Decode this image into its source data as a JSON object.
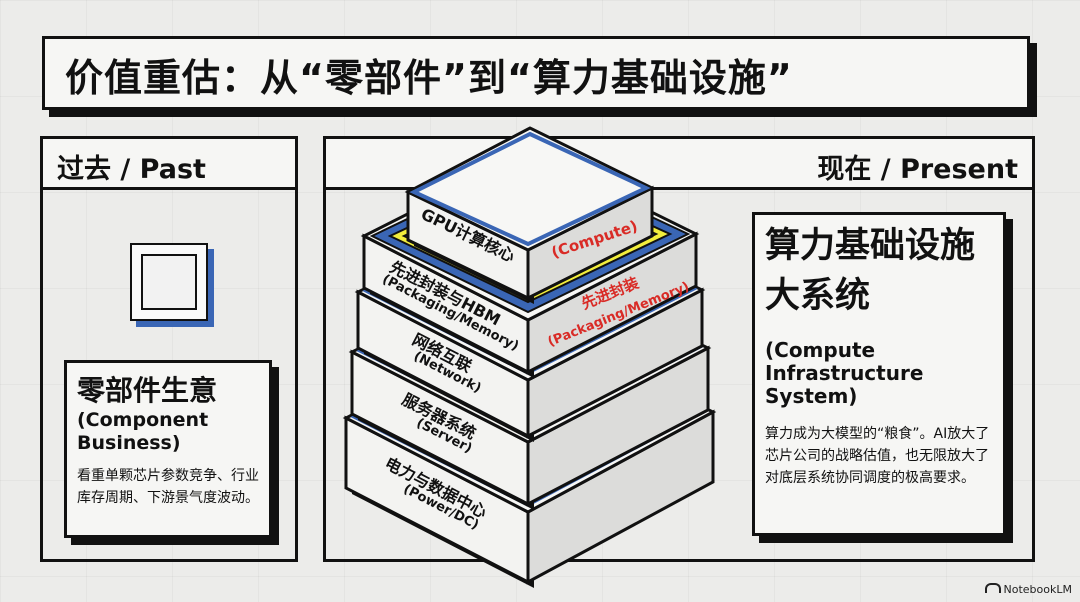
{
  "title": "价值重估：从“零部件”到“算力基础设施”",
  "past": {
    "header": "过去 / Past",
    "card": {
      "zh": "零部件生意",
      "en": "(Component Business)",
      "desc": "看重单颗芯片参数竞争、行业库存周期、下游景气度波动。"
    }
  },
  "present": {
    "header": "现在 / Present",
    "card": {
      "zh": "算力基础设施大系统",
      "en": "(Compute Infrastructure System)",
      "desc": "算力成为大模型的“粮食”。AI放大了芯片公司的战略估值，也无限放大了对底层系统协同调度的极高要求。"
    }
  },
  "stack": {
    "layers": [
      {
        "zh": "GPU计算核心",
        "en": ""
      },
      {
        "zh": "先进封装与HBM",
        "en": "(Packaging/Memory)"
      },
      {
        "zh": "网络互联",
        "en": "(Network)"
      },
      {
        "zh": "服务器系统",
        "en": "(Server)"
      },
      {
        "zh": "电力与数据中心",
        "en": "(Power/DC)"
      }
    ],
    "top_face_label": "(Compute)",
    "packaging_face_label_zh": "先进封装",
    "packaging_face_label_en": "(Packaging/Memory)"
  },
  "colors": {
    "accent_blue": "#3a66b5",
    "accent_red": "#d92b26",
    "accent_yellow": "#f2ee3c",
    "ink": "#111111"
  },
  "watermark": "NotebookLM"
}
